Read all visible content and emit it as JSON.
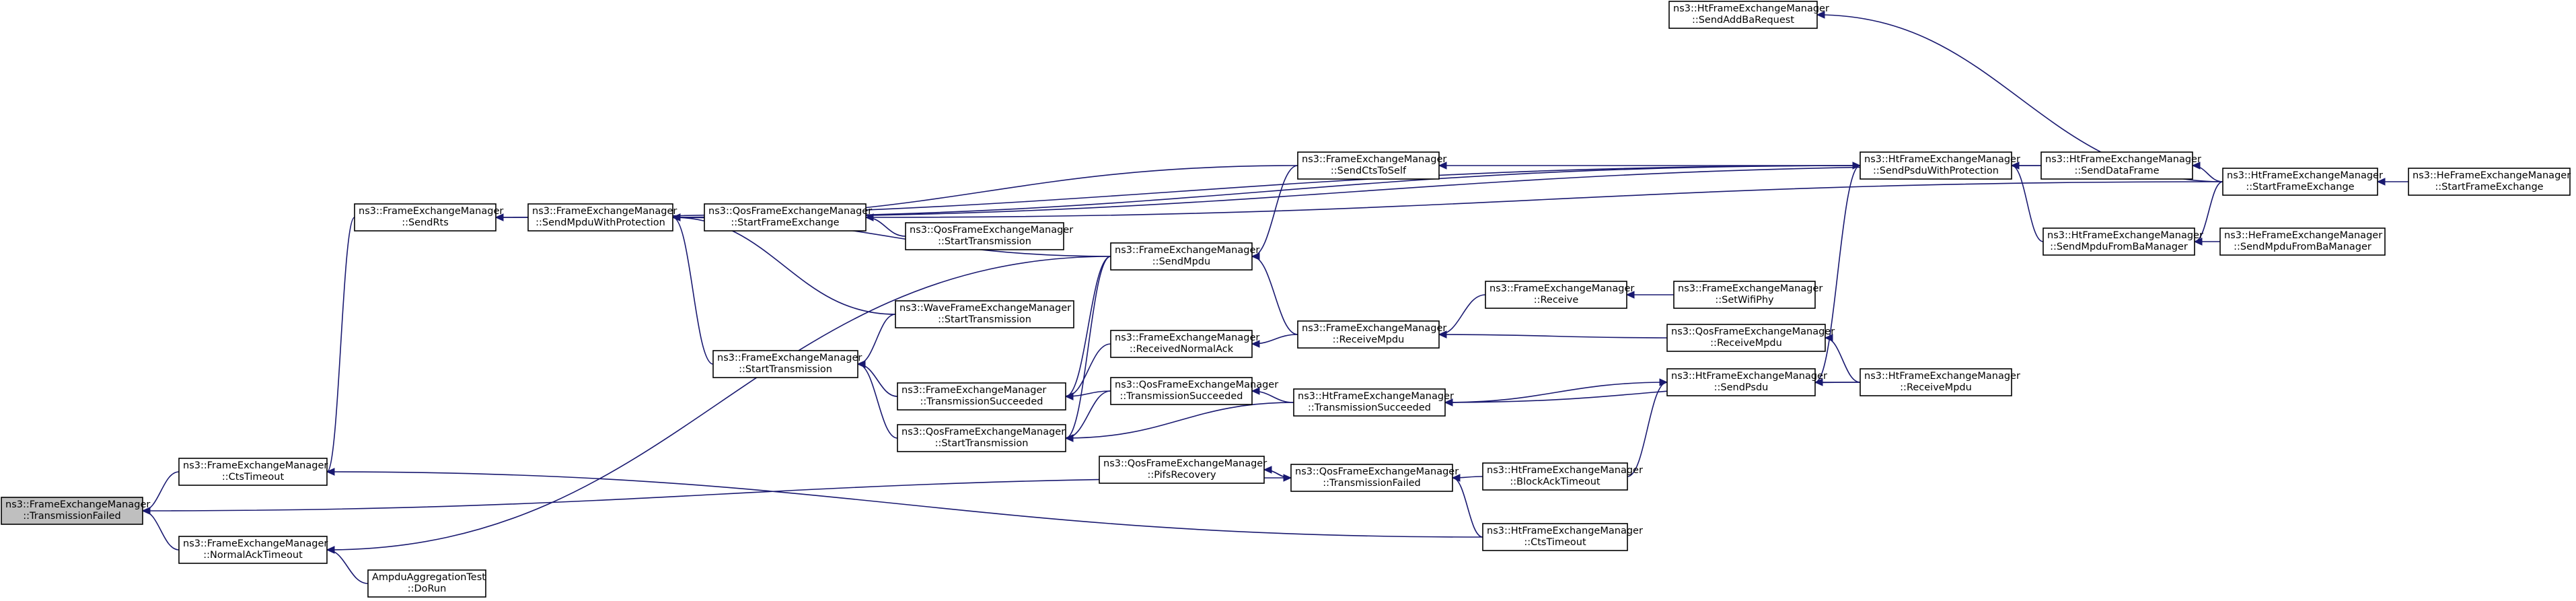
{
  "graph": {
    "nodes": [
      {
        "id": "n0",
        "lines": [
          "ns3::FrameExchangeManager",
          "::TransmissionFailed"
        ],
        "highlighted": true
      },
      {
        "id": "n1",
        "lines": [
          "ns3::FrameExchangeManager",
          "::CtsTimeout"
        ]
      },
      {
        "id": "n2",
        "lines": [
          "ns3::FrameExchangeManager",
          "::NormalAckTimeout"
        ]
      },
      {
        "id": "n3",
        "lines": [
          "ns3::QosFrameExchangeManager",
          "::TransmissionFailed"
        ]
      },
      {
        "id": "n4",
        "lines": [
          "ns3::FrameExchangeManager",
          "::SendRts"
        ]
      },
      {
        "id": "n5",
        "lines": [
          "ns3::FrameExchangeManager",
          "::SendMpduWithProtection"
        ]
      },
      {
        "id": "n6",
        "lines": [
          "ns3::QosFrameExchangeManager",
          "::StartFrameExchange"
        ]
      },
      {
        "id": "n7",
        "lines": [
          "ns3::QosFrameExchangeManager",
          "::StartTransmission"
        ]
      },
      {
        "id": "n8",
        "lines": [
          "ns3::FrameExchangeManager",
          "::StartTransmission"
        ]
      },
      {
        "id": "n9",
        "lines": [
          "ns3::WaveFrameExchangeManager",
          "::StartTransmission"
        ]
      },
      {
        "id": "n10",
        "lines": [
          "ns3::FrameExchangeManager",
          "::TransmissionSucceeded"
        ]
      },
      {
        "id": "n11",
        "lines": [
          "ns3::QosFrameExchangeManager",
          "::StartTransmission"
        ]
      },
      {
        "id": "n12",
        "lines": [
          "ns3::FrameExchangeManager",
          "::SendMpdu"
        ]
      },
      {
        "id": "n13",
        "lines": [
          "ns3::FrameExchangeManager",
          "::ReceivedNormalAck"
        ]
      },
      {
        "id": "n14",
        "lines": [
          "ns3::QosFrameExchangeManager",
          "::TransmissionSucceeded"
        ]
      },
      {
        "id": "n15",
        "lines": [
          "ns3::QosFrameExchangeManager",
          "::PifsRecovery"
        ]
      },
      {
        "id": "n16",
        "lines": [
          "ns3::FrameExchangeManager",
          "::SendCtsToSelf"
        ]
      },
      {
        "id": "n17",
        "lines": [
          "ns3::FrameExchangeManager",
          "::ReceiveMpdu"
        ]
      },
      {
        "id": "n18",
        "lines": [
          "ns3::HtFrameExchangeManager",
          "::TransmissionSucceeded"
        ]
      },
      {
        "id": "n19",
        "lines": [
          "ns3::FrameExchangeManager",
          "::Receive"
        ]
      },
      {
        "id": "n20",
        "lines": [
          "ns3::HtFrameExchangeManager",
          "::BlockAckTimeout"
        ]
      },
      {
        "id": "n21",
        "lines": [
          "ns3::HtFrameExchangeManager",
          "::CtsTimeout"
        ]
      },
      {
        "id": "n22",
        "lines": [
          "ns3::FrameExchangeManager",
          "::SetWifiPhy"
        ]
      },
      {
        "id": "n23",
        "lines": [
          "ns3::QosFrameExchangeManager",
          "::ReceiveMpdu"
        ]
      },
      {
        "id": "n24",
        "lines": [
          "ns3::HtFrameExchangeManager",
          "::SendPsdu"
        ]
      },
      {
        "id": "n25",
        "lines": [
          "ns3::HtFrameExchangeManager",
          "::SendAddBaRequest"
        ]
      },
      {
        "id": "n26",
        "lines": [
          "ns3::HtFrameExchangeManager",
          "::SendPsduWithProtection"
        ]
      },
      {
        "id": "n27",
        "lines": [
          "ns3::HtFrameExchangeManager",
          "::SendDataFrame"
        ]
      },
      {
        "id": "n28",
        "lines": [
          "ns3::HtFrameExchangeManager",
          "::SendMpduFromBaManager"
        ]
      },
      {
        "id": "n29",
        "lines": [
          "ns3::HtFrameExchangeManager",
          "::ReceiveMpdu"
        ]
      },
      {
        "id": "n30",
        "lines": [
          "ns3::HtFrameExchangeManager",
          "::StartFrameExchange"
        ]
      },
      {
        "id": "n31",
        "lines": [
          "ns3::HeFrameExchangeManager",
          "::StartFrameExchange"
        ]
      },
      {
        "id": "n32",
        "lines": [
          "ns3::HeFrameExchangeManager",
          "::SendMpduFromBaManager"
        ]
      },
      {
        "id": "n33",
        "lines": [
          "AmpduAggregationTest",
          "::DoRun"
        ]
      }
    ],
    "edges": [
      {
        "from": "n1",
        "to": "n0"
      },
      {
        "from": "n2",
        "to": "n0"
      },
      {
        "from": "n3",
        "to": "n0"
      },
      {
        "from": "n4",
        "to": "n1"
      },
      {
        "from": "n21",
        "to": "n1"
      },
      {
        "from": "n12",
        "to": "n2"
      },
      {
        "from": "n33",
        "to": "n2"
      },
      {
        "from": "n15",
        "to": "n3"
      },
      {
        "from": "n5",
        "to": "n4"
      },
      {
        "from": "n26",
        "to": "n4"
      },
      {
        "from": "n6",
        "to": "n5"
      },
      {
        "from": "n8",
        "to": "n5"
      },
      {
        "from": "n9",
        "to": "n5"
      },
      {
        "from": "n12",
        "to": "n5"
      },
      {
        "from": "n16",
        "to": "n5"
      },
      {
        "from": "n26",
        "to": "n5"
      },
      {
        "from": "n27",
        "to": "n5"
      },
      {
        "from": "n7",
        "to": "n6"
      },
      {
        "from": "n30",
        "to": "n6"
      },
      {
        "from": "n9",
        "to": "n8"
      },
      {
        "from": "n10",
        "to": "n8"
      },
      {
        "from": "n11",
        "to": "n8"
      },
      {
        "from": "n12",
        "to": "n10"
      },
      {
        "from": "n13",
        "to": "n10"
      },
      {
        "from": "n14",
        "to": "n10"
      },
      {
        "from": "n14",
        "to": "n11"
      },
      {
        "from": "n18",
        "to": "n11"
      },
      {
        "from": "n12",
        "to": "n11"
      },
      {
        "from": "n17",
        "to": "n12"
      },
      {
        "from": "n16",
        "to": "n12"
      },
      {
        "from": "n17",
        "to": "n13"
      },
      {
        "from": "n18",
        "to": "n14"
      },
      {
        "from": "n3",
        "to": "n15"
      },
      {
        "from": "n26",
        "to": "n16"
      },
      {
        "from": "n19",
        "to": "n17"
      },
      {
        "from": "n23",
        "to": "n17"
      },
      {
        "from": "n24",
        "to": "n18"
      },
      {
        "from": "n29",
        "to": "n18"
      },
      {
        "from": "n22",
        "to": "n19"
      },
      {
        "from": "n20",
        "to": "n3"
      },
      {
        "from": "n21",
        "to": "n3"
      },
      {
        "from": "n29",
        "to": "n23"
      },
      {
        "from": "n29",
        "to": "n24"
      },
      {
        "from": "n20",
        "to": "n24"
      },
      {
        "from": "n30",
        "to": "n25"
      },
      {
        "from": "n27",
        "to": "n26"
      },
      {
        "from": "n28",
        "to": "n26"
      },
      {
        "from": "n24",
        "to": "n26"
      },
      {
        "from": "n30",
        "to": "n27"
      },
      {
        "from": "n32",
        "to": "n28"
      },
      {
        "from": "n30",
        "to": "n28"
      },
      {
        "from": "n31",
        "to": "n30"
      }
    ]
  }
}
